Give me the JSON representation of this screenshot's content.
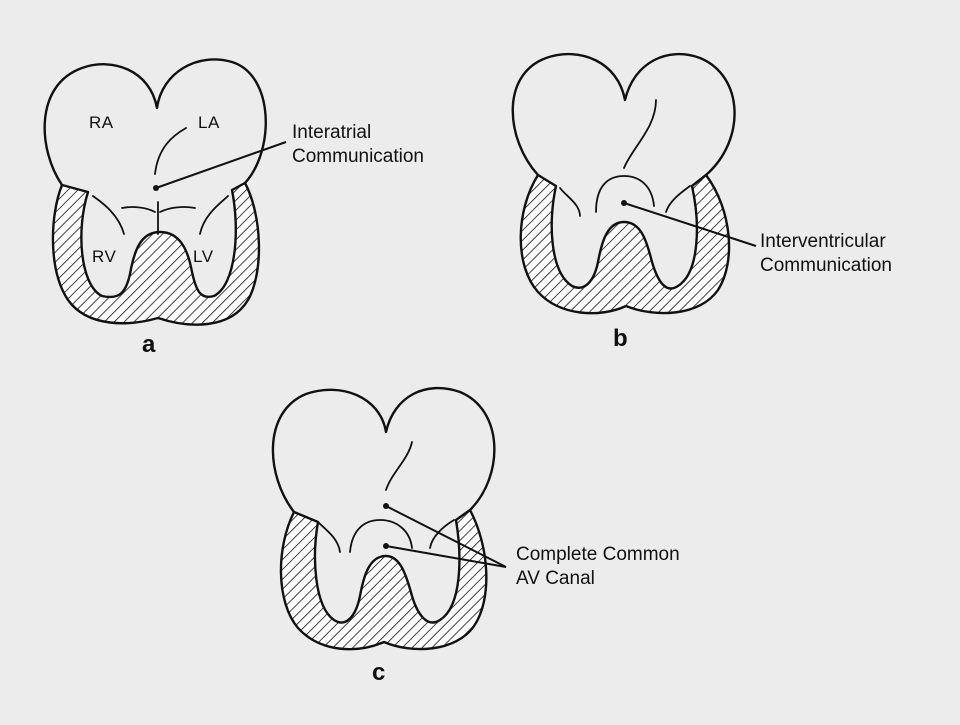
{
  "panels": {
    "a": {
      "letter": "a",
      "chambers": {
        "ra": "RA",
        "la": "LA",
        "rv": "RV",
        "lv": "LV"
      },
      "callout": {
        "line1": "Interatrial",
        "line2": "Communication"
      }
    },
    "b": {
      "letter": "b",
      "callout": {
        "line1": "Interventricular",
        "line2": "Communication"
      }
    },
    "c": {
      "letter": "c",
      "callout": {
        "line1": "Complete Common",
        "line2": "AV Canal"
      }
    }
  },
  "colors": {
    "background": "#ececec",
    "ink": "#111111"
  }
}
